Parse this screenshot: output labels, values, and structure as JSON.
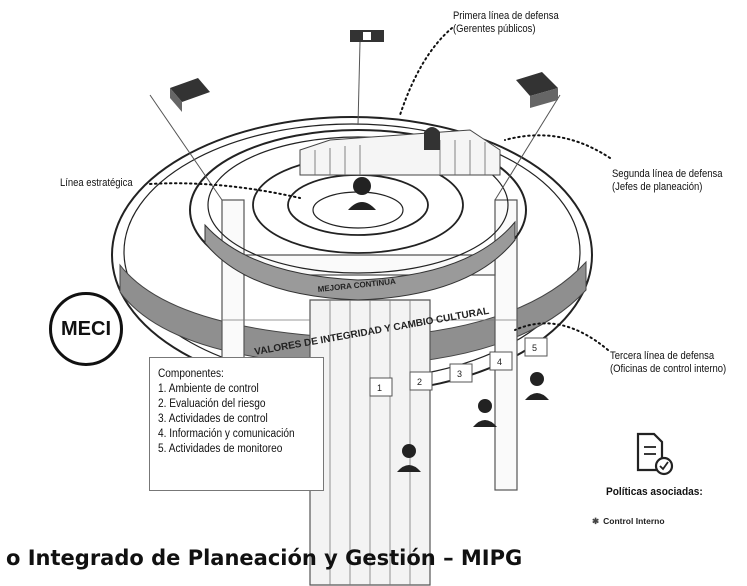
{
  "labels": {
    "primera_linea": [
      "Primera línea de defensa",
      "(Gerentes públicos)"
    ],
    "segunda_linea": [
      "Segunda línea de defensa",
      "(Jefes de planeación)"
    ],
    "linea_estrategica": "Línea estratégica",
    "tercera_linea": [
      "Tercera línea de defensa",
      "(Oficinas de control interno)"
    ]
  },
  "meci": "MECI",
  "ring_texts": {
    "inner_arc": "MEJORA CONTINUA",
    "outer_arc": "VALORES DE INTEGRIDAD Y CAMBIO CULTURAL"
  },
  "components": {
    "title": "Componentes:",
    "items": [
      "1. Ambiente de control",
      "2. Evaluación del riesgo",
      "3. Actividades de control",
      "4. Información y comunicación",
      "5. Actividades de monitoreo"
    ]
  },
  "politicas": {
    "title": "Políticas asociadas:",
    "items": [
      "Control Interno"
    ]
  },
  "bottom_title": "o Integrado de Planeación y Gestión – MIPG",
  "step_numbers": [
    "1",
    "2",
    "3",
    "4",
    "5"
  ],
  "colors": {
    "ring_band": "#8f8f8f",
    "ring_band_light": "#bdbdbd",
    "line": "#222222",
    "dotted": "#111111"
  },
  "icons": [
    "building-icon",
    "document-check-icon",
    "person-icon",
    "flag-icon"
  ]
}
